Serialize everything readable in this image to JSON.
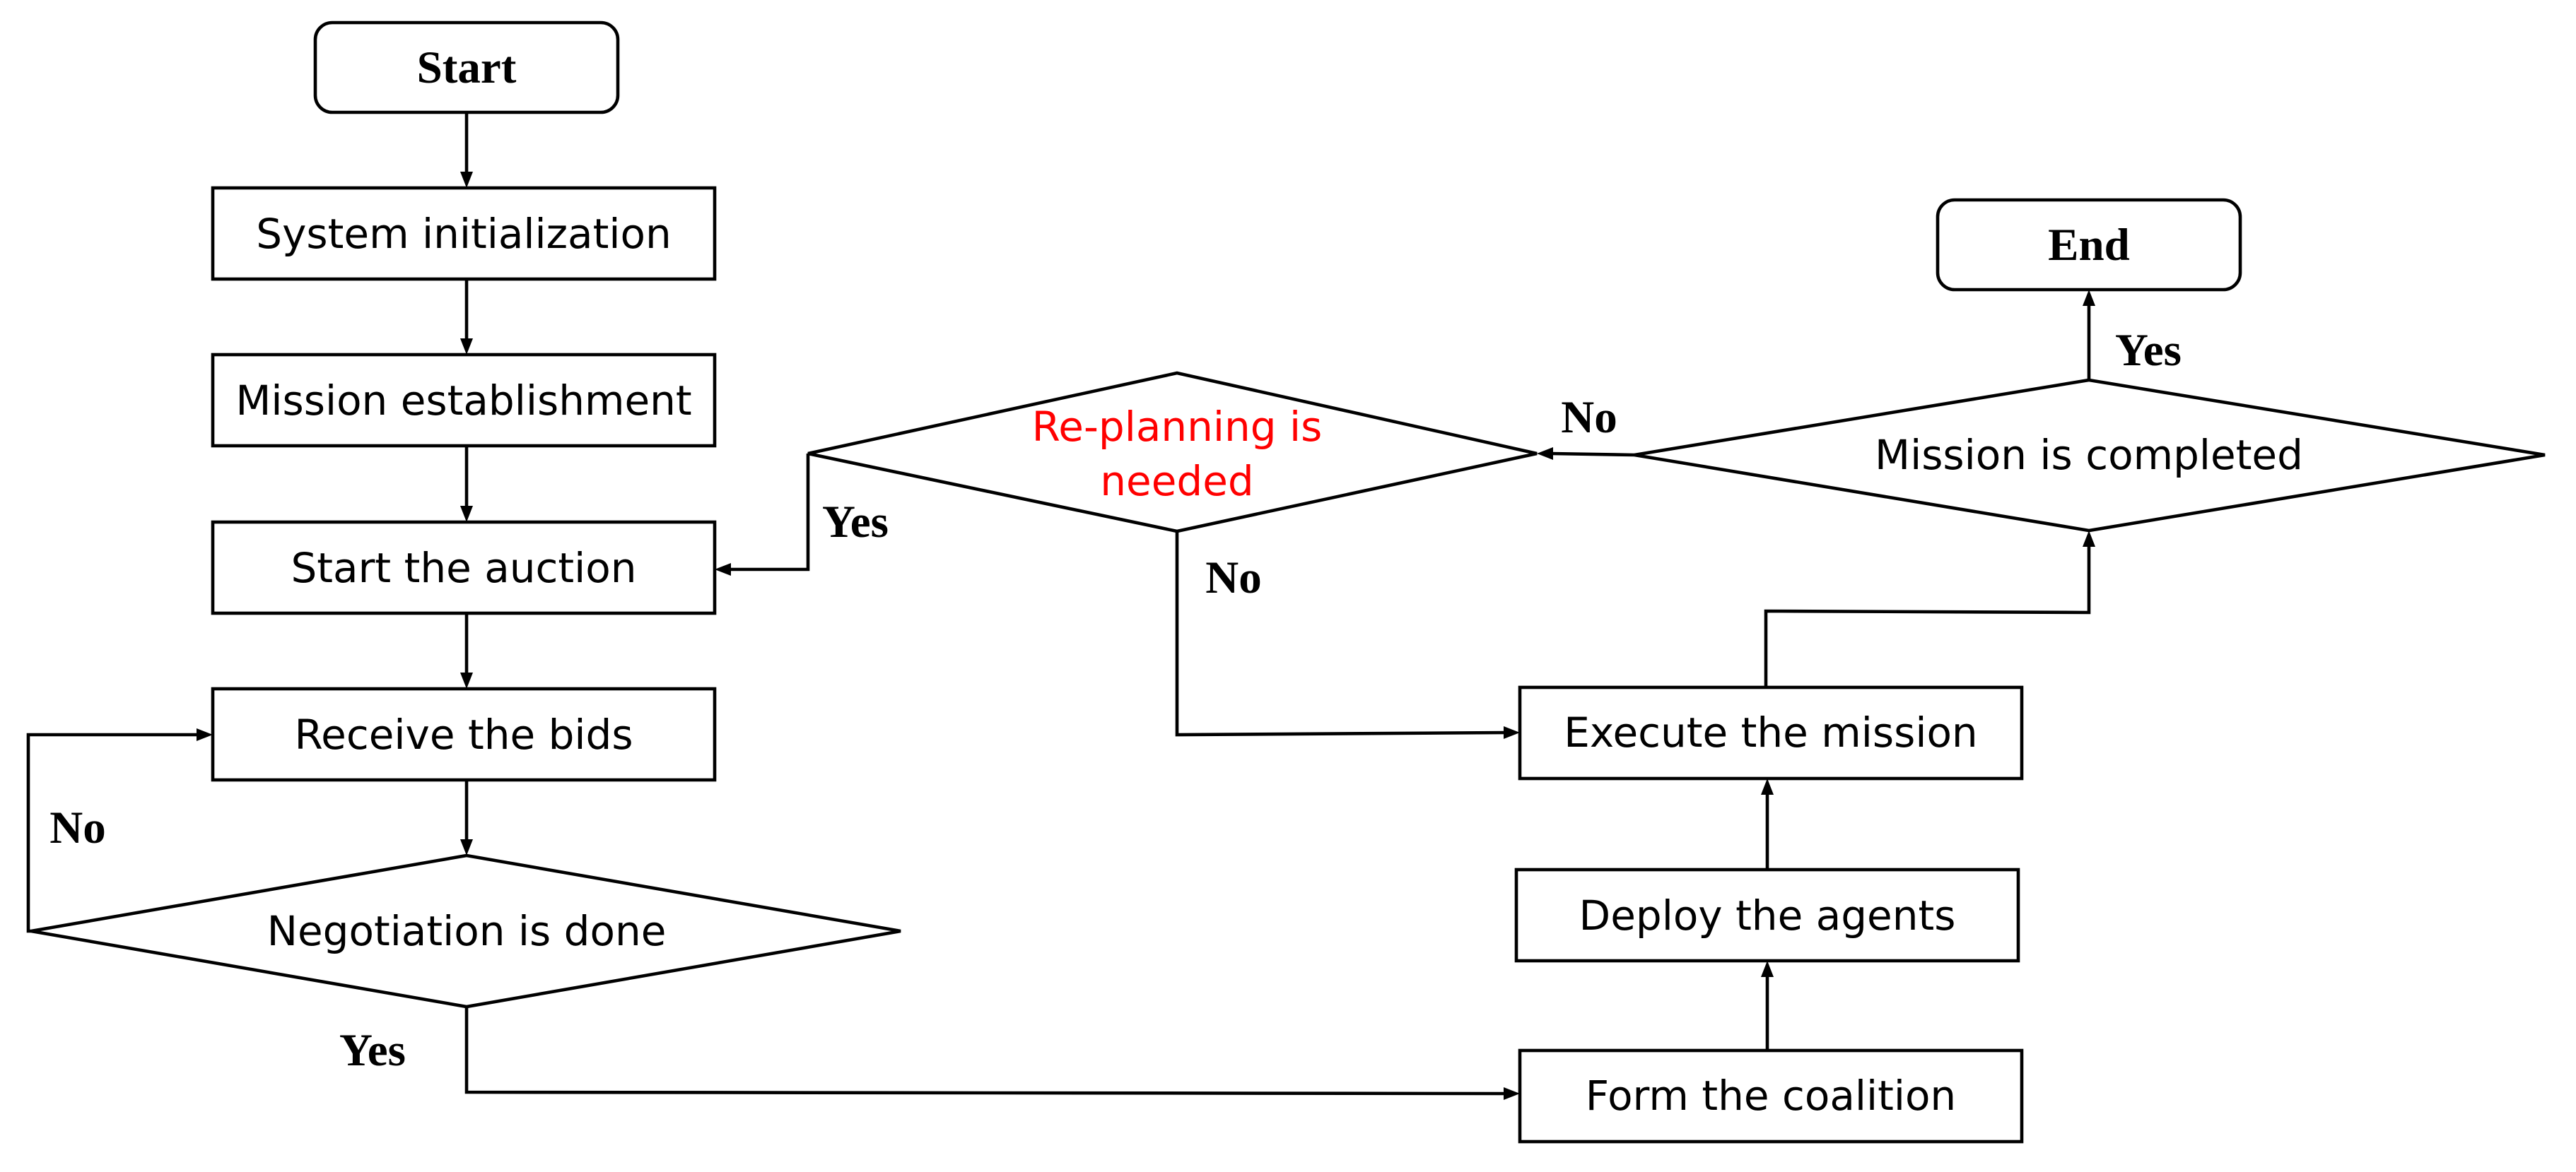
{
  "flowchart": {
    "start": "Start",
    "end": "End",
    "system_init": "System initialization",
    "mission_establishment": "Mission establishment",
    "start_auction": "Start the auction",
    "receive_bids": "Receive the bids",
    "negotiation_done": "Negotiation is done",
    "form_coalition": "Form the coalition",
    "deploy_agents": "Deploy the agents",
    "execute_mission": "Execute the mission",
    "mission_completed": "Mission is completed",
    "replanning_line1": "Re-planning is",
    "replanning_line2": "needed",
    "label_yes": "Yes",
    "label_no": "No",
    "replanning_color": "#ff0000"
  }
}
